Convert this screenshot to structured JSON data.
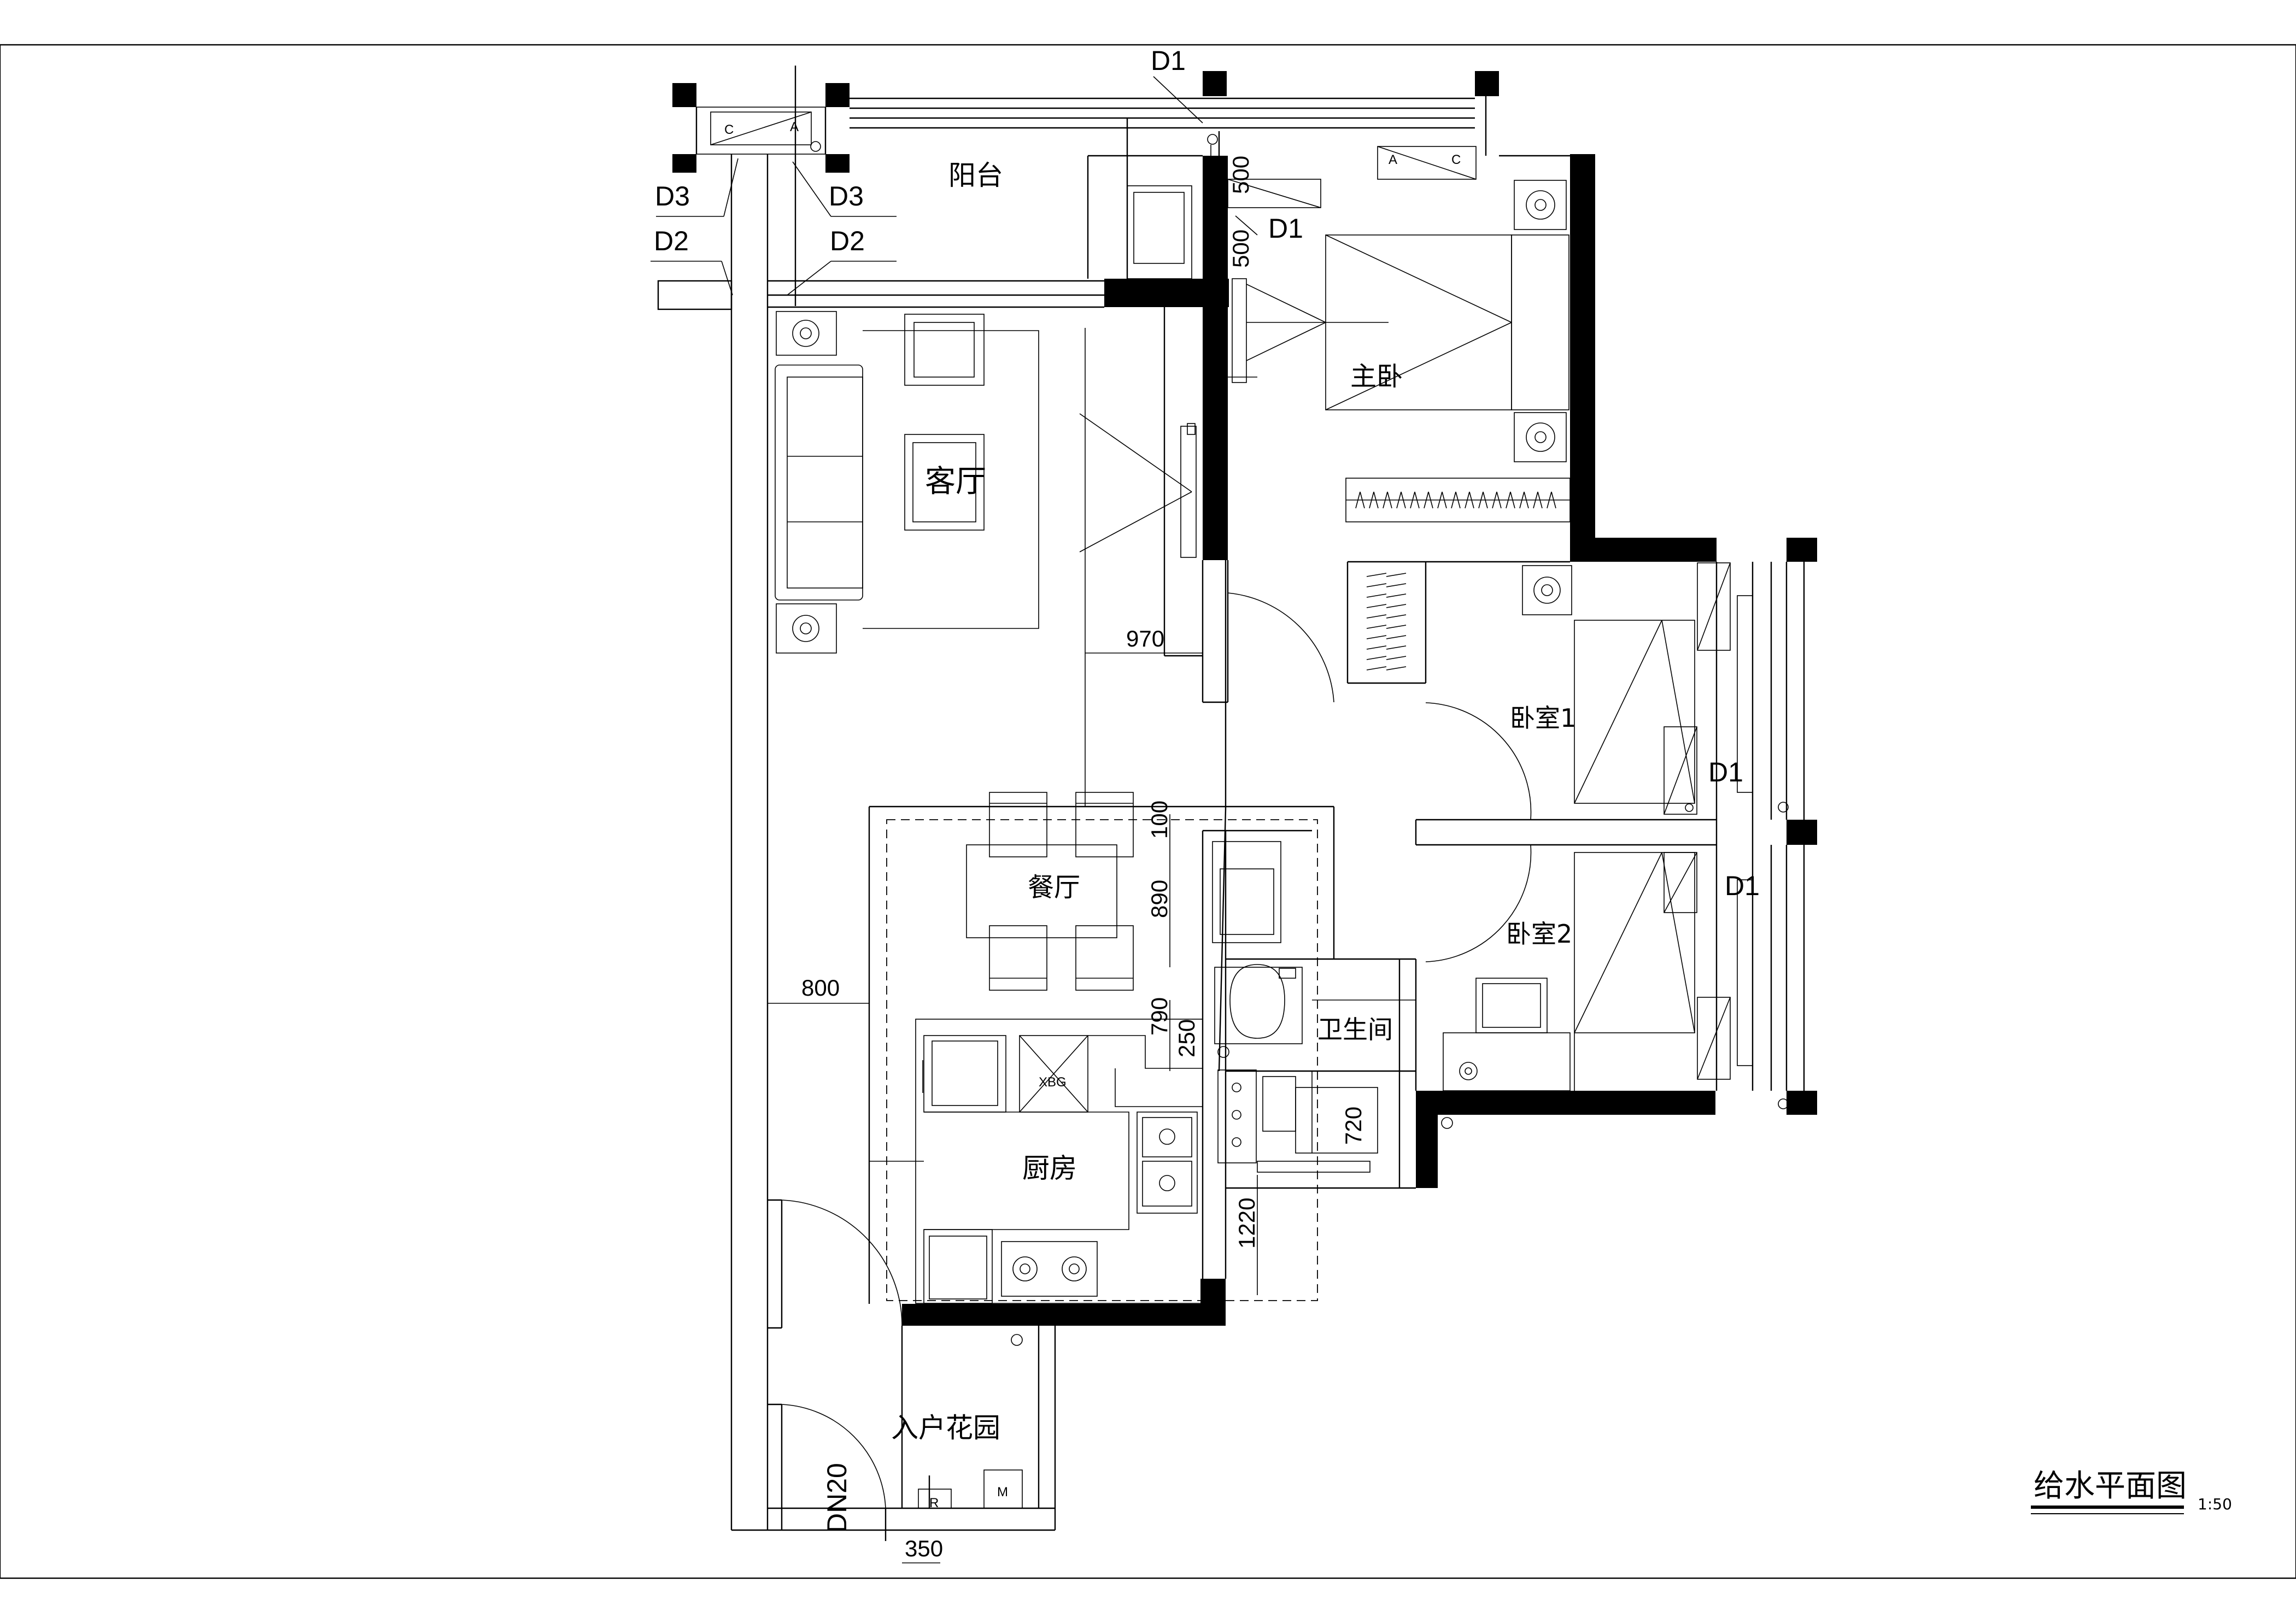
{
  "drawing": {
    "title": "给水平面图",
    "scale": "1:50"
  },
  "rooms": {
    "balcony": "阳台",
    "master_bedroom": "主卧",
    "living_room": "客厅",
    "bedroom1": "卧室1",
    "bedroom2": "卧室2",
    "dining": "餐厅",
    "bathroom": "卫生间",
    "kitchen": "厨房",
    "entry_garden": "入户花园"
  },
  "dimensions": {
    "d500a": "500",
    "d500b": "500",
    "d970": "970",
    "d100": "100",
    "d890": "890",
    "d790": "790",
    "d250": "250",
    "d720": "720",
    "d1220": "1220",
    "d800": "800",
    "d350": "350"
  },
  "pipe_tags": {
    "d1_top": "D1",
    "d1_master": "D1",
    "d3_left": "D3",
    "d3_right": "D3",
    "d2_left": "D2",
    "d2_right": "D2",
    "d1_bed1": "D1",
    "d1_bed2": "D1",
    "dn20": "DN20"
  },
  "fixture_labels": {
    "xbg": "XBG",
    "meter": "M",
    "reducer": "R",
    "a": "A",
    "c": "C"
  }
}
